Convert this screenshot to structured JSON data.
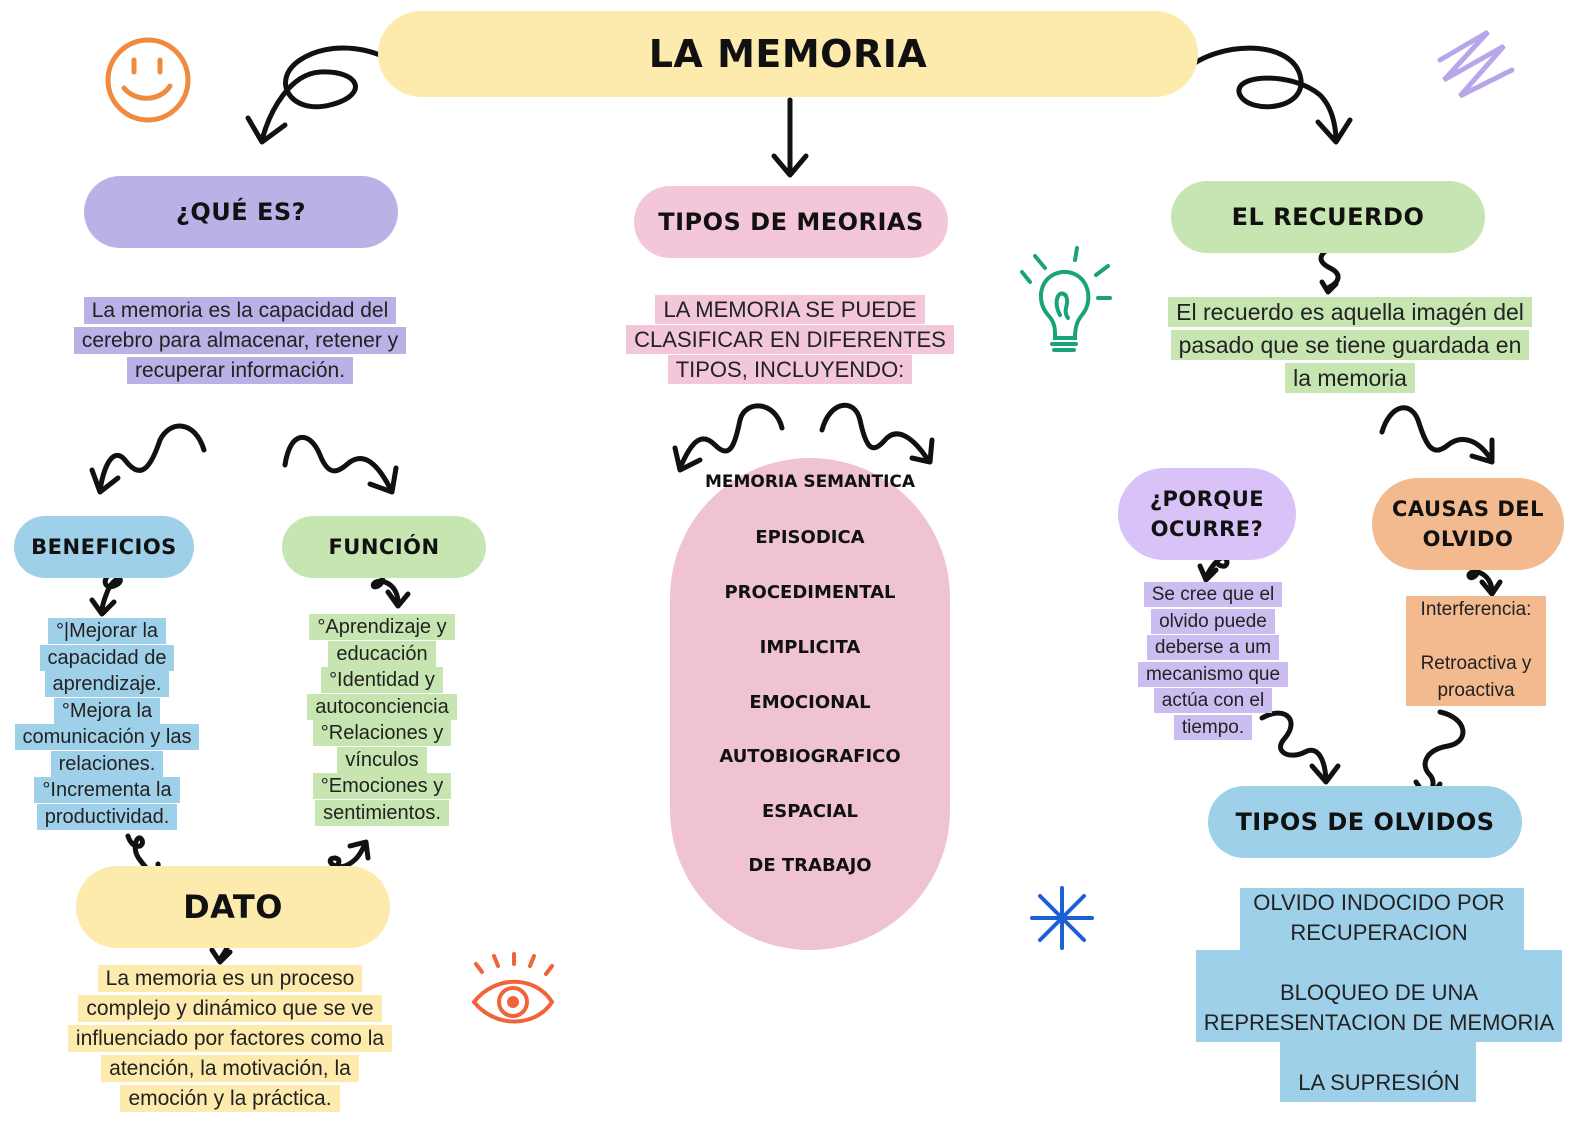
{
  "title": "LA MEMORIA",
  "que_es": {
    "label": "¿QUÉ ES?",
    "text": [
      "La memoria es la capacidad del",
      "cerebro para almacenar, retener y",
      "recuperar información."
    ]
  },
  "beneficios": {
    "label": "BENEFICIOS",
    "text": [
      "°|Mejorar la",
      "capacidad de",
      "aprendizaje.",
      "°Mejora la",
      "comunicación y las",
      "relaciones.",
      "°Incrementa la",
      "productividad."
    ]
  },
  "funcion": {
    "label": "FUNCIÓN",
    "text": [
      "°Aprendizaje y",
      "educación",
      "°Identidad y",
      "autoconciencia",
      "°Relaciones y",
      "vínculos",
      "°Emociones y",
      "sentimientos."
    ]
  },
  "dato": {
    "label": "DATO",
    "text": [
      "La memoria es un proceso",
      "complejo y dinámico que se ve",
      "influenciado por factores como la",
      "atención, la motivación, la",
      "emoción y la práctica."
    ]
  },
  "tipos": {
    "label": "TIPOS DE MEORIAS",
    "text": [
      "LA MEMORIA SE PUEDE",
      "CLASIFICAR EN DIFERENTES",
      "TIPOS, INCLUYENDO:"
    ],
    "items": [
      "MEMORIA SEMANTICA",
      "EPISODICA",
      "PROCEDIMENTAL",
      "IMPLICITA",
      "EMOCIONAL",
      "AUTOBIOGRAFICO",
      "ESPACIAL",
      "DE TRABAJO"
    ]
  },
  "recuerdo": {
    "label": "EL RECUERDO",
    "text": [
      "El recuerdo es aquella imagén del",
      "pasado que se tiene guardada en",
      "la memoria"
    ]
  },
  "porque": {
    "label_lines": [
      "¿PORQUE",
      "OCURRE?"
    ],
    "text": [
      "Se cree que el",
      "olvido puede",
      "deberse a um",
      "mecanismo que",
      "actúa con el",
      "tiempo."
    ]
  },
  "causas": {
    "label_lines": [
      "CAUSAS DEL",
      "OLVIDO"
    ],
    "text": [
      "Interferencia:",
      "",
      "Retroactiva  y",
      "proactiva"
    ]
  },
  "tipos_olvidos": {
    "label": "TIPOS DE OLVIDOS",
    "text": [
      "OLVIDO INDOCIDO POR",
      "RECUPERACION",
      "",
      "BLOQUEO DE UNA",
      "REPRESENTACION DE MEMORIA",
      "",
      "LA SUPRESIÓN"
    ]
  },
  "colors": {
    "yellow": "#fcebac",
    "purple": "#b9b2e6",
    "pink": "#f3c7d9",
    "green": "#c6e5b1",
    "blue": "#9fd0ea",
    "orange": "#f3b98f",
    "lilac": "#d8c2f7"
  },
  "decorations": [
    "smiley-icon",
    "scribble-icon",
    "lightbulb-icon",
    "asterisk-icon",
    "eye-icon"
  ]
}
